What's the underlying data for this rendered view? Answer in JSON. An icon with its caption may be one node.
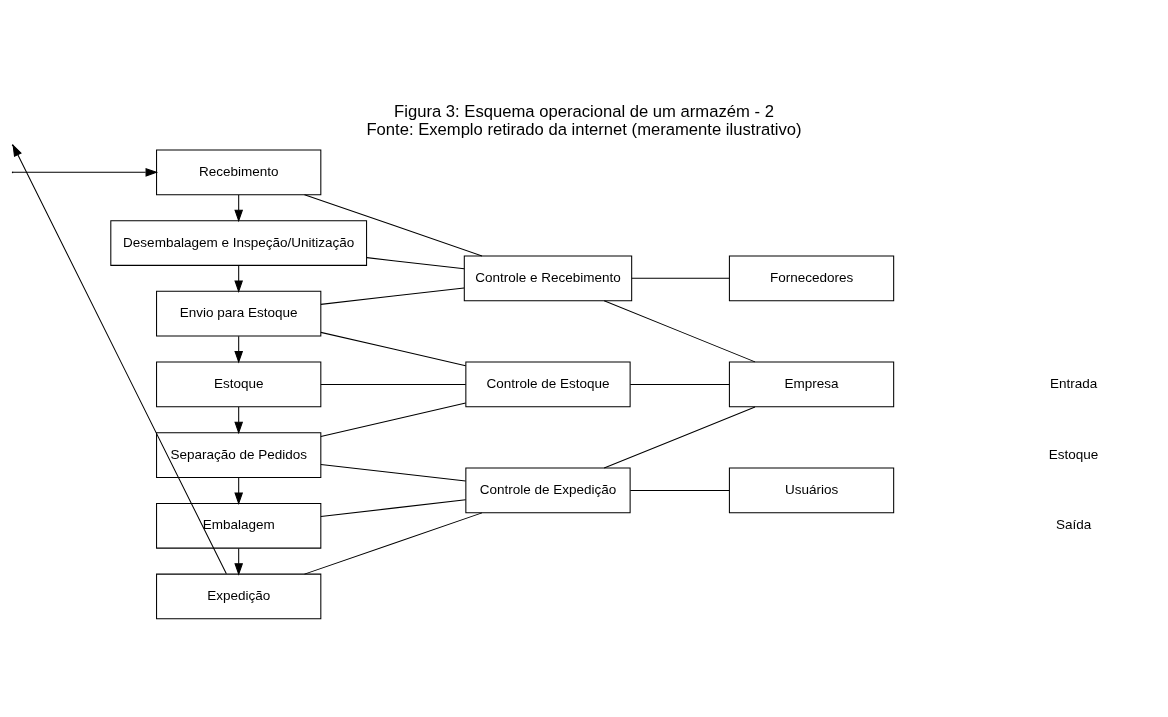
{
  "diagram": {
    "title": "Figura 3: Esquema operacional de um armazém - 2",
    "caption": "Fonte: Exemplo retirado da internet (meramente ilustrativo)",
    "nodes": [
      {
        "text": [
          "Recebimento"
        ]
      },
      {
        "text": [
          "Desembalagem e Inspeção/Unitização"
        ]
      },
      {
        "text": [
          "Envio para Estoque"
        ]
      },
      {
        "text": [
          "Estoque"
        ]
      },
      {
        "text": [
          "Separação de Pedidos"
        ]
      },
      {
        "text": [
          "Embalagem"
        ]
      },
      {
        "text": [
          "Expedição"
        ]
      },
      {
        "text": [
          "Controle e Recebimento"
        ]
      },
      {
        "text": [
          "Controle de Estoque"
        ]
      },
      {
        "text": [
          "Controle de Expedição"
        ]
      },
      {
        "text": [
          "Fornecedores"
        ]
      },
      {
        "text": [
          "Empresa"
        ]
      },
      {
        "text": [
          "Usuários"
        ]
      }
    ],
    "edges": [
      {
        "from": null,
        "to": 0,
        "arrow": "to"
      },
      {
        "from": 0,
        "to": 1,
        "arrow": "to"
      },
      {
        "from": 1,
        "to": 2,
        "arrow": "to"
      },
      {
        "from": 2,
        "to": 3,
        "arrow": "to"
      },
      {
        "from": 3,
        "to": 4,
        "arrow": "to"
      },
      {
        "from": 4,
        "to": 5,
        "arrow": "to"
      },
      {
        "from": 5,
        "to": 6,
        "arrow": "to"
      },
      {
        "from": 6,
        "to": null,
        "arrow": "to"
      },
      {
        "from": 0,
        "to": 7,
        "arrow": "none"
      },
      {
        "from": 1,
        "to": 7,
        "arrow": "none"
      },
      {
        "from": 2,
        "to": 7,
        "arrow": "none"
      },
      {
        "from": 2,
        "to": 8,
        "arrow": "none"
      },
      {
        "from": 3,
        "to": 8,
        "arrow": "none"
      },
      {
        "from": 4,
        "to": 8,
        "arrow": "none"
      },
      {
        "from": 4,
        "to": 9,
        "arrow": "none"
      },
      {
        "from": 5,
        "to": 9,
        "arrow": "none"
      },
      {
        "from": 6,
        "to": 9,
        "arrow": "none"
      },
      {
        "from": 7,
        "to": 10,
        "arrow": "none"
      },
      {
        "from": 7,
        "to": 11,
        "arrow": "none"
      },
      {
        "from": 8,
        "to": 11,
        "arrow": "none"
      },
      {
        "from": 9,
        "to": 11,
        "arrow": "none"
      },
      {
        "from": 9,
        "to": 12,
        "arrow": "none"
      }
    ],
    "labels": [
      "Entrada",
      "Estoque",
      "Saída"
    ]
  }
}
